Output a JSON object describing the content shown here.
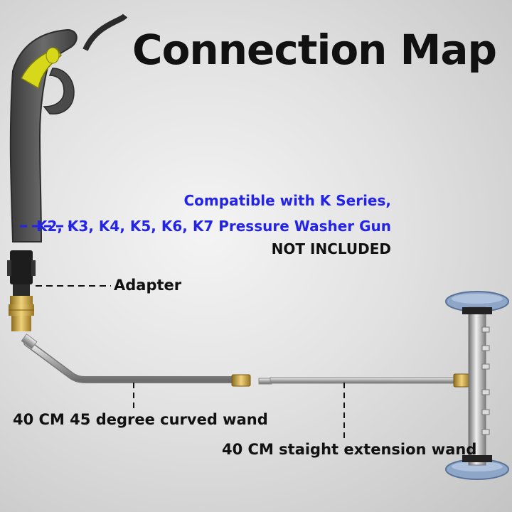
{
  "title": "Connection Map",
  "labels": {
    "compatible_line1": "Compatible with K Series,",
    "compatible_line2": "K2, K3, K4, K5, K6, K7 Pressure Washer Gun",
    "not_included": "NOT INCLUDED",
    "adapter": "Adapter",
    "curved_wand": "40 CM 45 degree curved wand",
    "straight_wand": "40 CM staight extension wand"
  },
  "colors": {
    "accent_blue": "#2424e6",
    "gun_yellow": "#d8d81a",
    "brass": "#c9a43a",
    "wheel_blue": "#8ea6c8"
  },
  "icons": [
    "spray-gun-icon",
    "adapter-icon",
    "curved-wand-icon",
    "straight-wand-icon",
    "surface-cleaner-icon"
  ]
}
